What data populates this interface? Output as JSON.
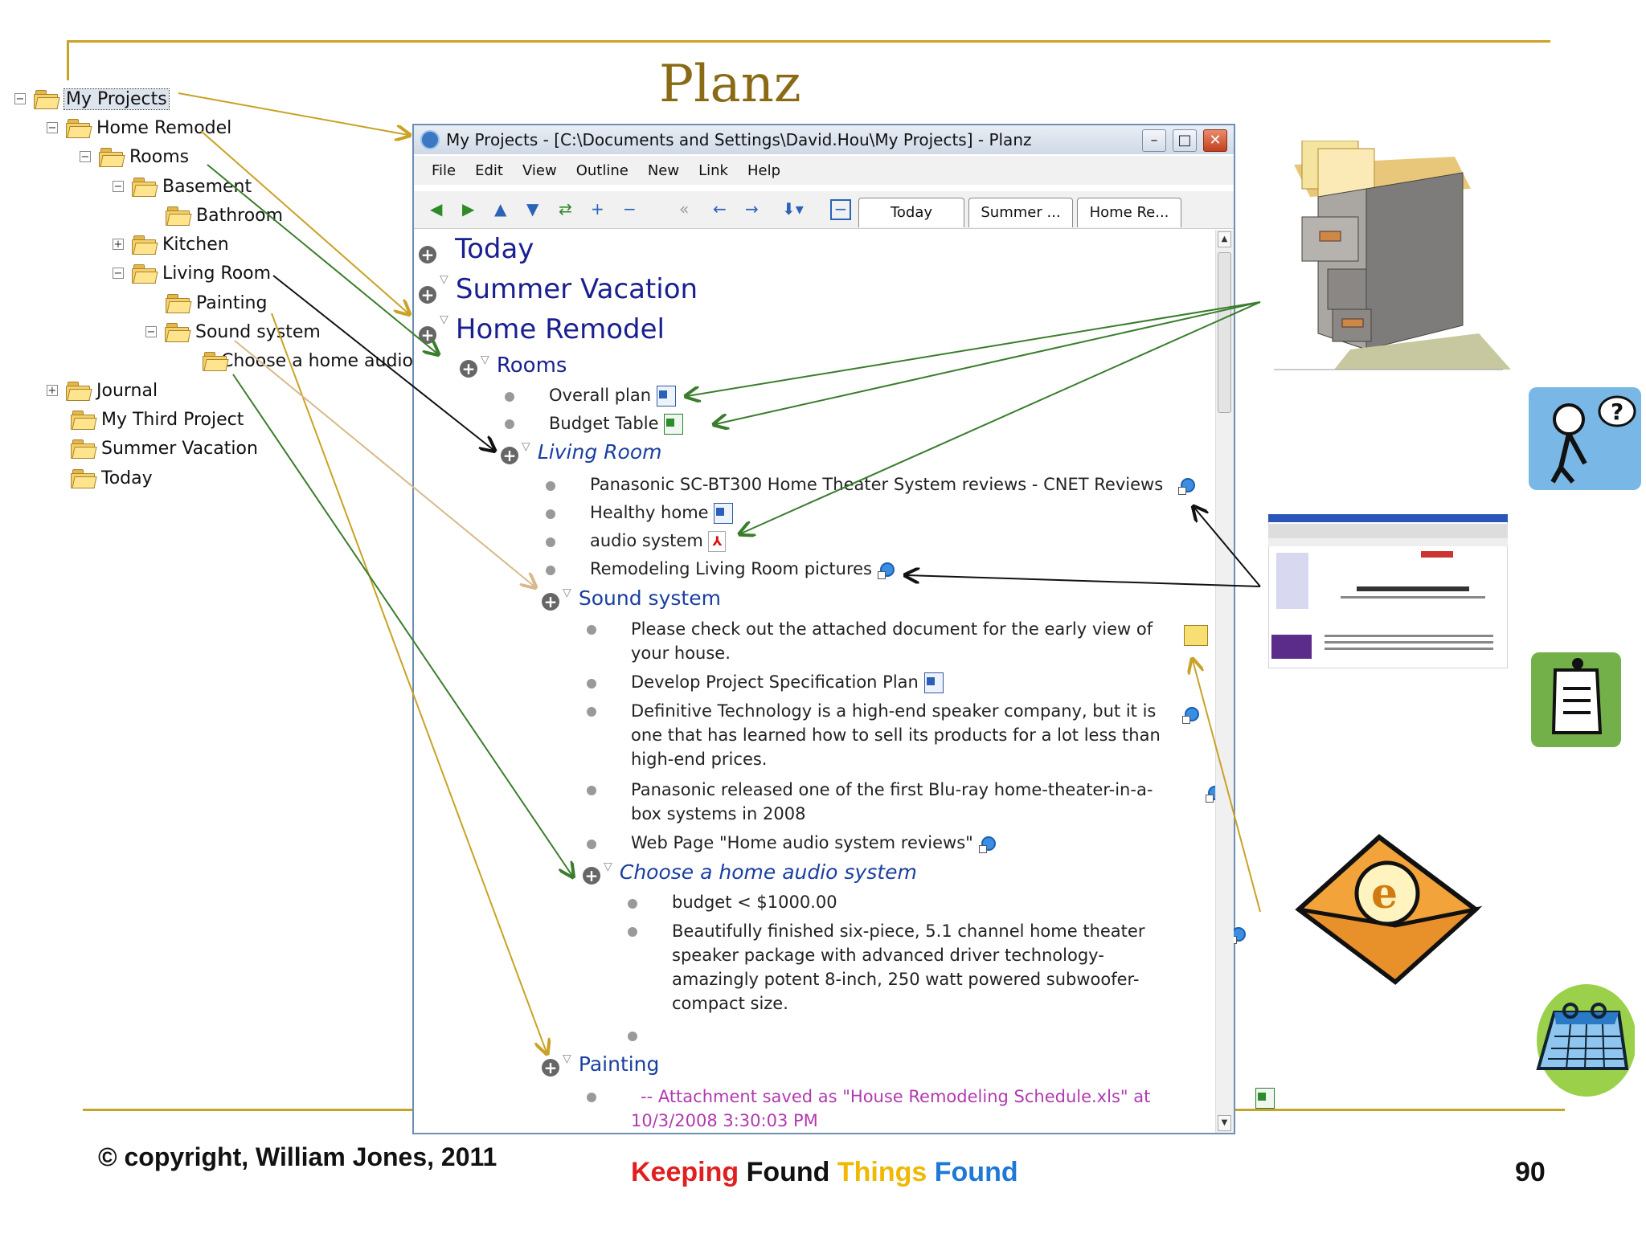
{
  "slide": {
    "title": "Planz",
    "copyright": "© copyright, William Jones, 2011",
    "brand": [
      "Keeping",
      "Found",
      "Things",
      "Found"
    ],
    "page_number": "90"
  },
  "tree": {
    "items": [
      {
        "label": "My Projects",
        "expander": "−"
      },
      {
        "label": "Home Remodel",
        "expander": "−"
      },
      {
        "label": "Rooms",
        "expander": "−"
      },
      {
        "label": "Basement",
        "expander": "−"
      },
      {
        "label": "Bathroom",
        "expander": ""
      },
      {
        "label": "Kitchen",
        "expander": "+"
      },
      {
        "label": "Living Room",
        "expander": "−"
      },
      {
        "label": "Painting",
        "expander": ""
      },
      {
        "label": "Sound system",
        "expander": "−"
      },
      {
        "label": "Choose a home audio",
        "expander": ""
      },
      {
        "label": "Journal",
        "expander": "+"
      },
      {
        "label": "My Third Project",
        "expander": ""
      },
      {
        "label": "Summer Vacation",
        "expander": ""
      },
      {
        "label": "Today",
        "expander": ""
      }
    ]
  },
  "window": {
    "title": "My Projects - [C:\\Documents and Settings\\David.Hou\\My Projects] - Planz",
    "menu": [
      "File",
      "Edit",
      "View",
      "Outline",
      "New",
      "Link",
      "Help"
    ],
    "tabs": [
      "Today",
      "Summer ...",
      "Home Re..."
    ]
  },
  "outline": {
    "today": "Today",
    "summer": "Summer Vacation",
    "home": "Home Remodel",
    "rooms": "Rooms",
    "overall_plan": "Overall plan",
    "budget_table": "Budget Table",
    "living_room": "Living Room",
    "panasonic_review": "Panasonic SC-BT300 Home Theater System reviews - CNET Reviews",
    "healthy_home": "Healthy home",
    "audio_system": "audio system",
    "remodeling_pics": "Remodeling Living Room pictures",
    "sound_system": "Sound system",
    "check_out": "Please check out the attached document for the early view of your house.",
    "develop_plan": "Develop Project Specification Plan",
    "definitive": "Definitive Technology is a high-end speaker company, but it is one that has learned how to sell its products for a lot less than high-end prices.",
    "panasonic_bluray": "Panasonic released one of the first Blu-ray home-theater-in-a-box systems in 2008",
    "web_page": "Web Page \"Home audio system reviews\"",
    "choose_audio": "Choose a home audio system",
    "budget": "budget < $1000.00",
    "beautifully": "Beautifully finished six-piece, 5.1 channel home theater speaker package with advanced driver technology- amazingly potent 8-inch, 250 watt powered subwoofer- compact size.",
    "painting": "Painting",
    "attachment": "-- Attachment saved as \"House Remodeling Schedule.xls\" at 10/3/2008 3:30:03 PM"
  },
  "colors": {
    "gold_line": "#c9a227",
    "green_arrow": "#3a7d2c",
    "black_arrow": "#111111",
    "tan_arrow": "#d8b98a",
    "heading_blue": "#1a1f8f",
    "attachment_purple": "#b03ab0"
  },
  "icons": [
    "folder-icon",
    "word-doc-icon",
    "excel-icon",
    "pdf-icon",
    "web-link-icon",
    "note-icon",
    "file-cabinet-icon",
    "email-icon",
    "calendar-icon",
    "person-question-icon",
    "notepad-icon"
  ]
}
